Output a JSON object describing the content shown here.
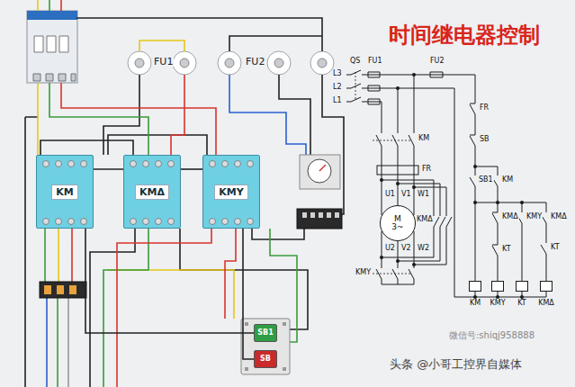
{
  "diagram": {
    "title": "时间继电器控制",
    "nodes": [
      {
        "text": [
          "KM"
        ]
      },
      {
        "text": [
          "KMΔ"
        ]
      },
      {
        "text": [
          "KMY"
        ]
      },
      {
        "text": [
          "SB1"
        ]
      },
      {
        "text": [
          "SB"
        ]
      },
      {
        "text": [
          "M",
          "3~"
        ]
      },
      {
        "text": [
          "KM"
        ]
      },
      {
        "text": [
          "KMY"
        ]
      },
      {
        "text": [
          "KT"
        ]
      },
      {
        "text": [
          "KMΔ"
        ]
      }
    ],
    "edges": [
      {
        "from": 0,
        "to": 1,
        "arrow": "none"
      },
      {
        "from": 1,
        "to": 2,
        "arrow": "none"
      },
      {
        "from": 0,
        "to": 3,
        "arrow": "none"
      },
      {
        "from": 2,
        "to": 4,
        "arrow": "none"
      }
    ],
    "labels": [
      "FU1",
      "FU2",
      "L3",
      "L2",
      "L1",
      "QS",
      "FU1",
      "FU2",
      "FR",
      "KM",
      "FR",
      "SB",
      "SB1",
      "KM",
      "U1",
      "V1",
      "W1",
      "KMΔ",
      "U2",
      "V2",
      "W2",
      "KMY",
      "KMΔ",
      "KMY",
      "KT",
      "KT",
      "KMΔ",
      "微信号:shiqj958888",
      "头条 @小哥工控界自媒体"
    ]
  }
}
